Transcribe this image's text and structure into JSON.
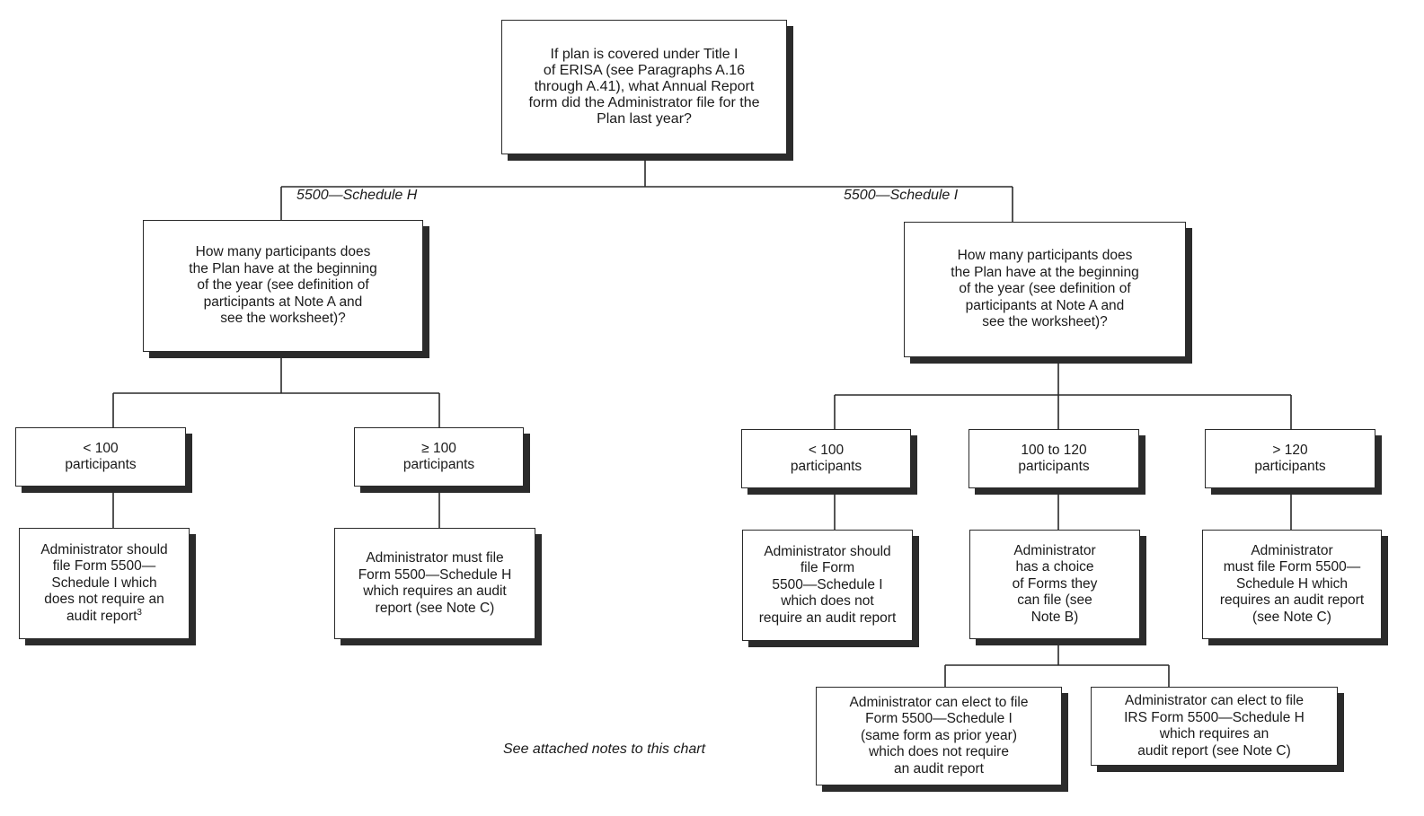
{
  "diagram": {
    "root": {
      "text": "If plan is covered under Title I\nof ERISA (see Paragraphs A.16\nthrough A.41), what Annual Report\nform did the Administrator file for the\nPlan last year?"
    },
    "branch_labels": {
      "left": "5500—Schedule H",
      "right": "5500—Schedule  I"
    },
    "left": {
      "question": "How many participants does\nthe Plan have at the beginning\nof the year (see definition of\nparticipants at Note A and\nsee the worksheet)?",
      "lt100": "< 100\nparticipants",
      "ge100": "≥ 100\nparticipants",
      "lt100_result": "Administrator should\nfile Form 5500—\nSchedule I which\ndoes not require an\naudit report",
      "lt100_result_sup": "3",
      "ge100_result": "Administrator must file\nForm 5500—Schedule H\nwhich requires an audit\nreport (see Note C)"
    },
    "right": {
      "question": "How many participants does\nthe Plan have at the beginning\nof the year (see definition of\nparticipants at Note A and\nsee the worksheet)?",
      "lt100": "< 100\nparticipants",
      "mid": "100 to 120\nparticipants",
      "gt120": "> 120\nparticipants",
      "lt100_result": "Administrator should\nfile Form\n5500—Schedule I\nwhich does not\nrequire an audit report",
      "mid_result": "Administrator\nhas a choice\nof Forms they\ncan file (see\nNote B)",
      "gt120_result": "Administrator\nmust file Form 5500—\nSchedule H which\nrequires an audit report\n(see Note C)",
      "elect_i": "Administrator can elect to file\nForm 5500—Schedule I\n(same form as prior year)\nwhich does not require\nan audit report",
      "elect_h": "Administrator can elect to file\nIRS Form 5500—Schedule H\nwhich requires an\naudit report (see Note C)"
    },
    "footnote": "See attached notes to this chart",
    "colors": {
      "line": "#2a2a2a",
      "shadow": "#2b2b2b",
      "box": "#ffffff"
    }
  }
}
